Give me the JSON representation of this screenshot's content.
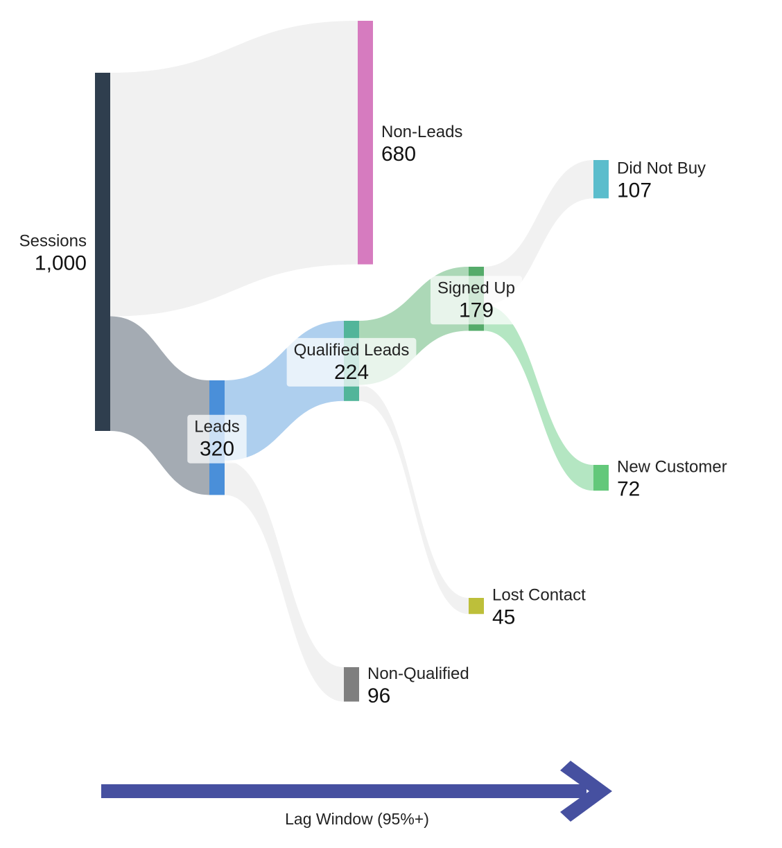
{
  "nodes": [
    {
      "id": "sessions",
      "name": "Sessions",
      "value": 1000,
      "display": "1,000",
      "color": "#2f3e4e"
    },
    {
      "id": "non_leads",
      "name": "Non-Leads",
      "value": 680,
      "display": "680",
      "color": "#d67bbf"
    },
    {
      "id": "leads",
      "name": "Leads",
      "value": 320,
      "display": "320",
      "color": "#4a8fd9"
    },
    {
      "id": "qualified",
      "name": "Qualified Leads",
      "value": 224,
      "display": "224",
      "color": "#52b59a"
    },
    {
      "id": "non_qualified",
      "name": "Non-Qualified",
      "value": 96,
      "display": "96",
      "color": "#7f7f7f"
    },
    {
      "id": "signed_up",
      "name": "Signed Up",
      "value": 179,
      "display": "179",
      "color": "#55ab6a"
    },
    {
      "id": "lost_contact",
      "name": "Lost Contact",
      "value": 45,
      "display": "45",
      "color": "#bdbf3a"
    },
    {
      "id": "did_not_buy",
      "name": "Did Not Buy",
      "value": 107,
      "display": "107",
      "color": "#5bbdcc"
    },
    {
      "id": "new_customer",
      "name": "New Customer",
      "value": 72,
      "display": "72",
      "color": "#63c87a"
    }
  ],
  "links": [
    {
      "source": "sessions",
      "target": "non_leads",
      "value": 680,
      "color": "#f1f1f1"
    },
    {
      "source": "sessions",
      "target": "leads",
      "value": 320,
      "color": "#a4abb3"
    },
    {
      "source": "leads",
      "target": "qualified",
      "value": 224,
      "color": "#aecfee"
    },
    {
      "source": "leads",
      "target": "non_qualified",
      "value": 96,
      "color": "#f1f1f1"
    },
    {
      "source": "qualified",
      "target": "signed_up",
      "value": 179,
      "color": "#acd8b7"
    },
    {
      "source": "qualified",
      "target": "lost_contact",
      "value": 45,
      "color": "#f1f1f1"
    },
    {
      "source": "signed_up",
      "target": "did_not_buy",
      "value": 107,
      "color": "#f1f1f1"
    },
    {
      "source": "signed_up",
      "target": "new_customer",
      "value": 72,
      "color": "#b4e6c2"
    }
  ],
  "arrow": {
    "label": "Lag Window (95%+)",
    "color": "#4650a0"
  }
}
